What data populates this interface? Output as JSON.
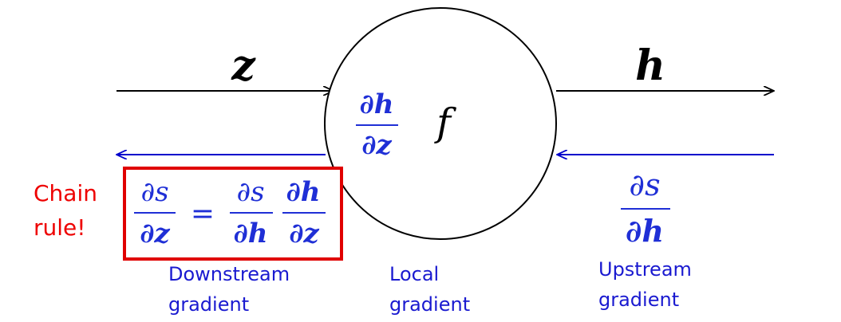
{
  "forward": {
    "input_var": "z",
    "output_var": "h",
    "function": "f"
  },
  "local_gradient": {
    "numerator": "∂h",
    "denominator": "∂z"
  },
  "upstream_gradient": {
    "numerator": "∂s",
    "denominator": "∂h"
  },
  "chain_rule": {
    "label_line1": "Chain",
    "label_line2": "rule!",
    "lhs_num": "∂s",
    "lhs_den": "∂z",
    "equals": "=",
    "factor1_num": "∂s",
    "factor1_den": "∂h",
    "factor2_num": "∂h",
    "factor2_den": "∂z"
  },
  "captions": {
    "downstream_line1": "Downstream",
    "downstream_line2": "gradient",
    "local_line1": "Local",
    "local_line2": "gradient",
    "upstream_line1": "Upstream",
    "upstream_line2": "gradient"
  },
  "colors": {
    "forward": "#000000",
    "backward": "#0000cc",
    "math_blue": "#1f2fd6",
    "caption_blue": "#1a1ad0",
    "chain_red": "#ee0000"
  }
}
